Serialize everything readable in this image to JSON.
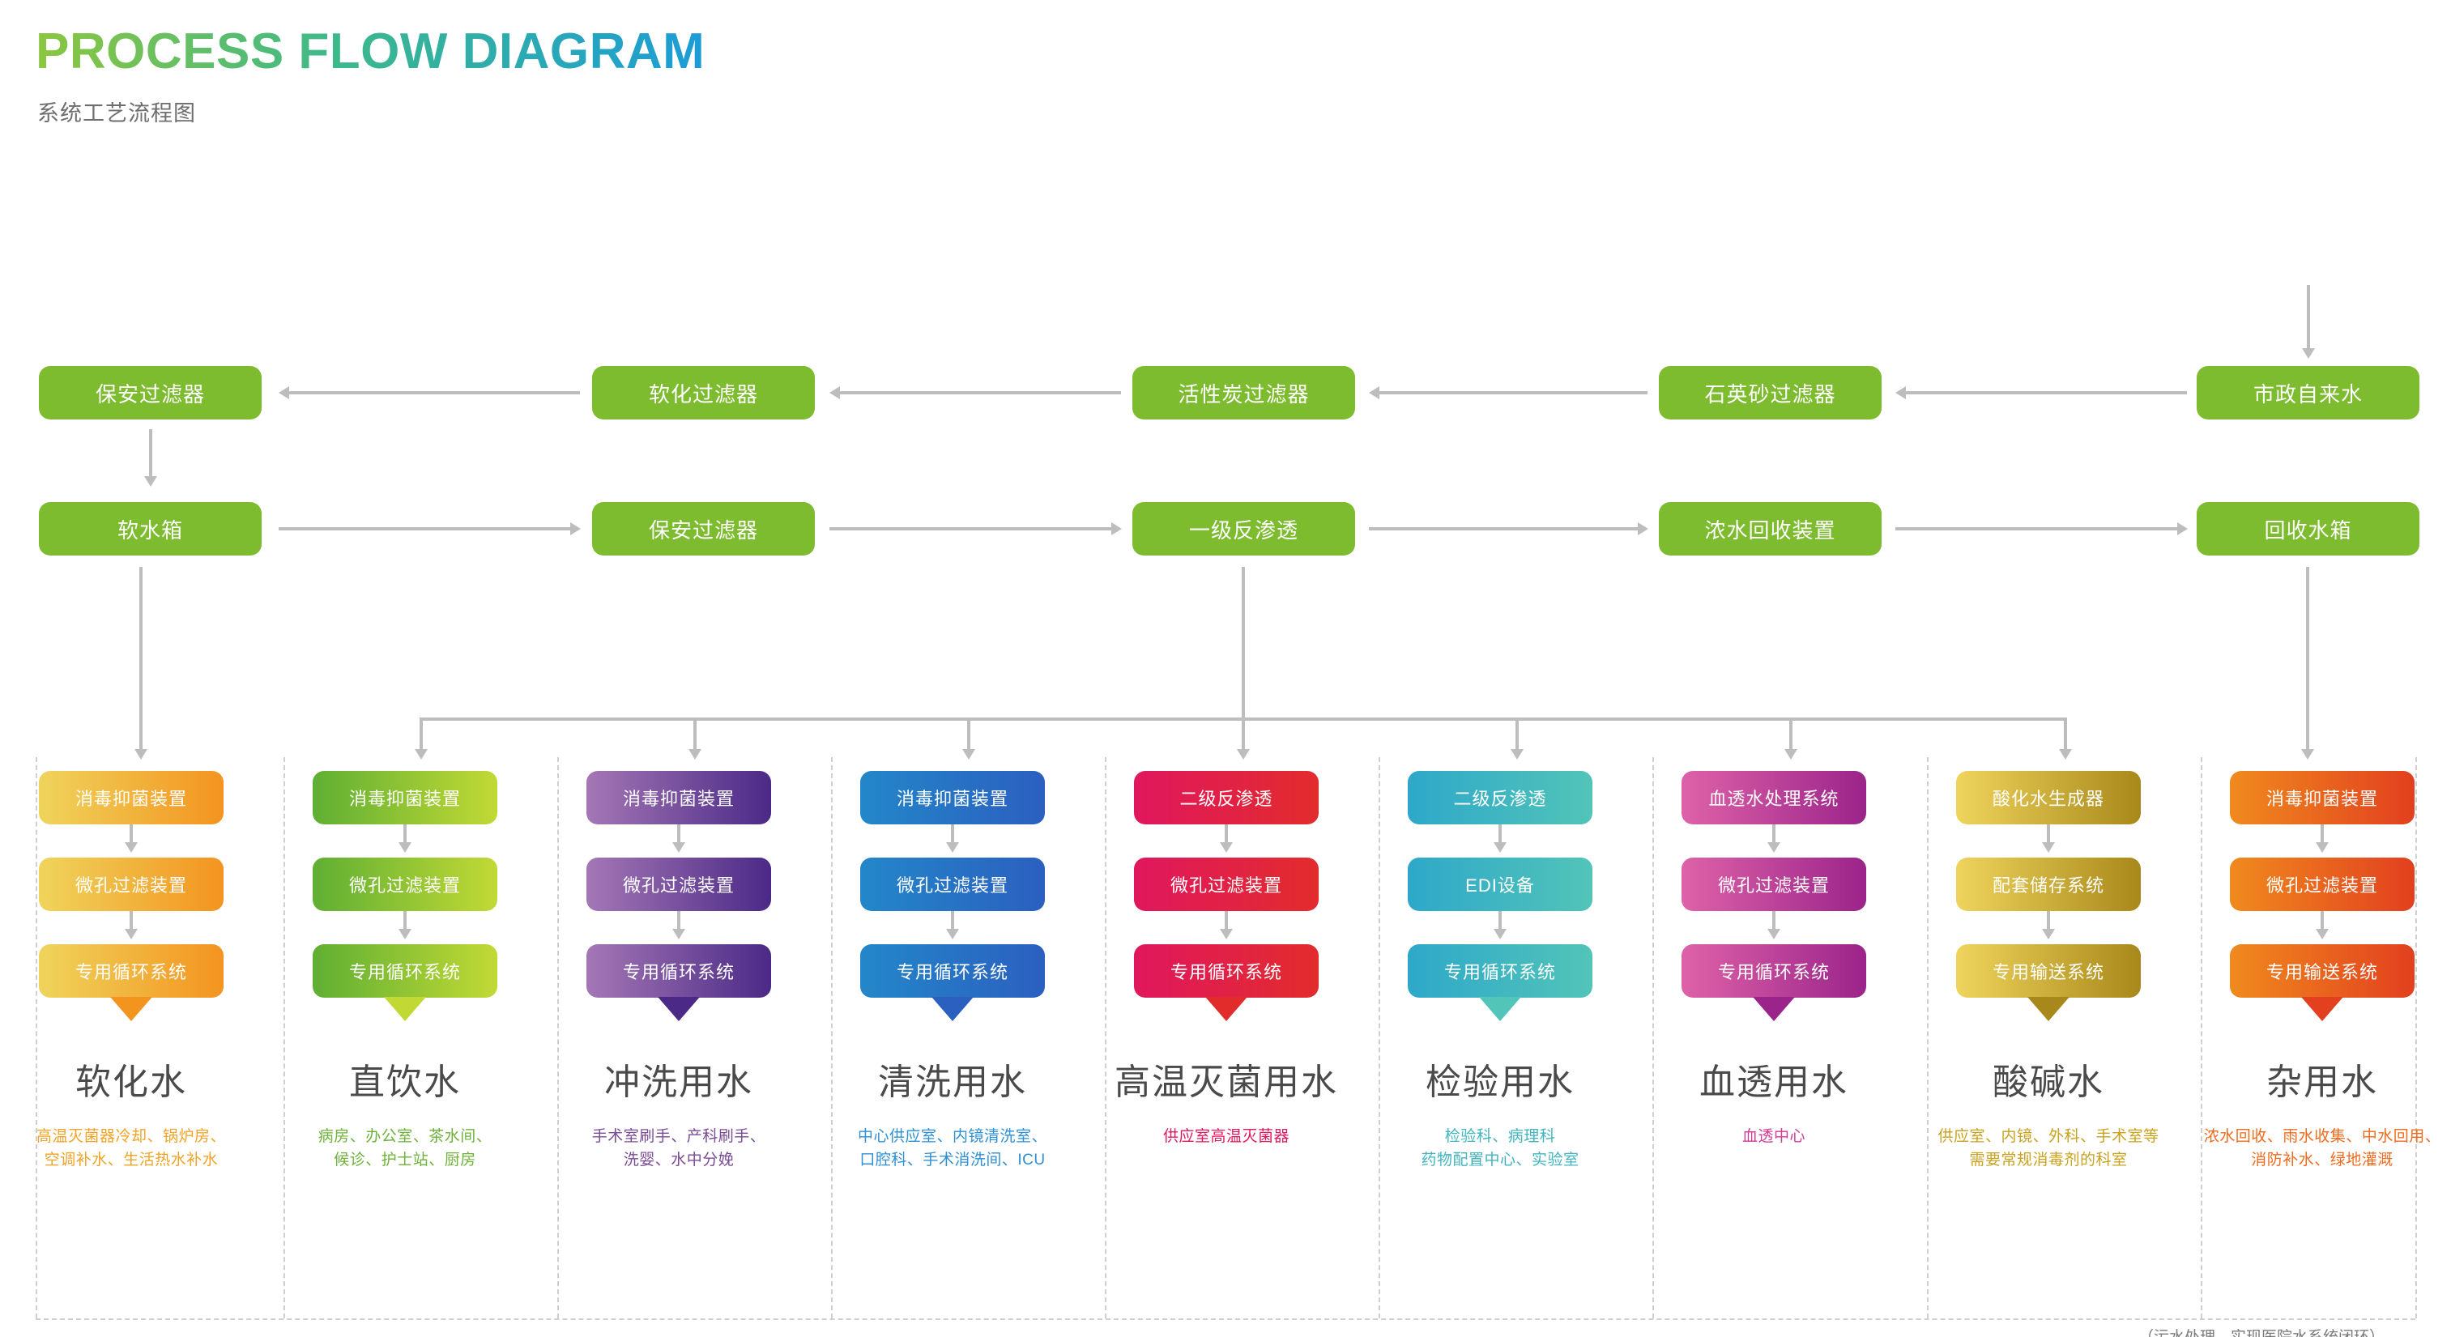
{
  "header": {
    "title": "PROCESS FLOW DIAGRAM",
    "subtitle": "系统工艺流程图",
    "title_gradient_from": "#8CC63F",
    "title_gradient_to": "#1B9CD8"
  },
  "pretreatment": {
    "row1": [
      {
        "label": "保安过滤器"
      },
      {
        "label": "软化过滤器"
      },
      {
        "label": "活性炭过滤器"
      },
      {
        "label": "石英砂过滤器"
      },
      {
        "label": "市政自来水"
      }
    ],
    "row2": [
      {
        "label": "软水箱"
      },
      {
        "label": "保安过滤器"
      },
      {
        "label": "一级反渗透"
      },
      {
        "label": "浓水回收装置"
      },
      {
        "label": "回收水箱"
      }
    ],
    "box_color": "#7DBB2F",
    "connector_color": "#bdbdbd"
  },
  "columns": [
    {
      "id": "softened-water",
      "title": "软化水",
      "steps": [
        "消毒抑菌装置",
        "微孔过滤装置",
        "专用循环系统"
      ],
      "desc": "高温灭菌器冷却、锅炉房、\n空调补水、生活热水补水",
      "grad_from": "#EFD45C",
      "grad_to": "#F3941F",
      "text_color": "#F0A326"
    },
    {
      "id": "direct-drinking-water",
      "title": "直饮水",
      "steps": [
        "消毒抑菌装置",
        "微孔过滤装置",
        "专用循环系统"
      ],
      "desc": "病房、办公室、茶水间、\n候诊、护士站、厨房",
      "grad_from": "#5FAF33",
      "grad_to": "#C2D935",
      "text_color": "#6FB13A"
    },
    {
      "id": "flush-water",
      "title": "冲洗用水",
      "steps": [
        "消毒抑菌装置",
        "微孔过滤装置",
        "专用循环系统"
      ],
      "desc": "手术室刷手、产科刷手、\n洗婴、水中分娩",
      "grad_from": "#A477B5",
      "grad_to": "#4B2A87",
      "text_color": "#7A4B96"
    },
    {
      "id": "cleaning-water",
      "title": "清洗用水",
      "steps": [
        "消毒抑菌装置",
        "微孔过滤装置",
        "专用循环系统"
      ],
      "desc": "中心供应室、内镜清洗室、\n口腔科、手术消洗间、ICU",
      "grad_from": "#2387C9",
      "grad_to": "#2B5FC0",
      "text_color": "#2E8FD4"
    },
    {
      "id": "high-temp-sterilization-water",
      "title": "高温灭菌用水",
      "steps": [
        "二级反渗透",
        "微孔过滤装置",
        "专用循环系统"
      ],
      "desc": "供应室高温灭菌器",
      "grad_from": "#E0175E",
      "grad_to": "#E22C2C",
      "text_color": "#E0175E"
    },
    {
      "id": "laboratory-water",
      "title": "检验用水",
      "steps": [
        "二级反渗透",
        "EDI设备",
        "专用循环系统"
      ],
      "desc": "检验科、病理科\n药物配置中心、实验室",
      "grad_from": "#2EA8C9",
      "grad_to": "#52C4B8",
      "text_color": "#42B4BE"
    },
    {
      "id": "hemodialysis-water",
      "title": "血透用水",
      "steps": [
        "血透水处理系统",
        "微孔过滤装置",
        "专用循环系统"
      ],
      "desc": "血透中心",
      "grad_from": "#DE62A8",
      "grad_to": "#9B248A",
      "text_color": "#D03B93"
    },
    {
      "id": "acid-alkali-water",
      "title": "酸碱水",
      "steps": [
        "酸化水生成器",
        "配套储存系统",
        "专用输送系统"
      ],
      "desc": "供应室、内镜、外科、手术室等\n需要常规消毒剂的科室",
      "grad_from": "#EFD45C",
      "grad_to": "#A8881A",
      "text_color": "#C9A21E"
    },
    {
      "id": "miscellaneous-water",
      "title": "杂用水",
      "steps": [
        "消毒抑菌装置",
        "微孔过滤装置",
        "专用输送系统"
      ],
      "desc": "浓水回收、雨水收集、中水回用、\n消防补水、绿地灌溉",
      "grad_from": "#F08A1E",
      "grad_to": "#E2401F",
      "text_color": "#EE6B1E"
    }
  ],
  "footnote": "（污水处理、实现医院水系统闭环）"
}
